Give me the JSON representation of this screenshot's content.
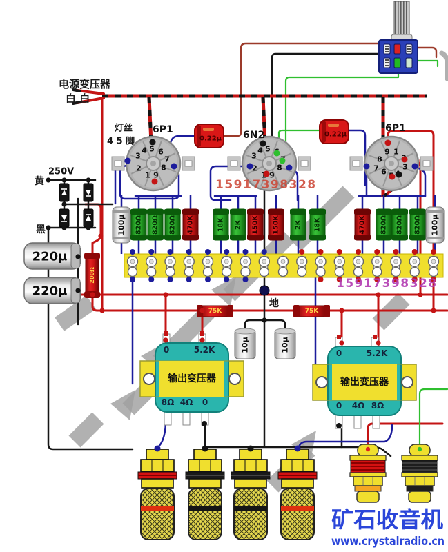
{
  "colors": {
    "wire_red": "#c41414",
    "wire_maroon": "#9c3a2a",
    "wire_blue": "#1c1c9c",
    "wire_black": "#161616",
    "wire_green": "#2fbf2f",
    "accent_yellow": "#f0df2e",
    "teal": "#2ab5ad",
    "brand_blue": "#2b46d9",
    "watermark_gray": "#a0a0a0"
  },
  "top": {
    "power_transformer": "电源变压器",
    "white_white": "白  白"
  },
  "psu": {
    "yellow": "黄",
    "volts": "250V",
    "black": "黑",
    "cap1": "220μ",
    "cap2": "220μ",
    "resistor": "200Ω"
  },
  "tubes": [
    {
      "label": "6P1",
      "note1": "灯丝",
      "note2": "4 5 脚",
      "pins": [
        "5",
        "6",
        "7",
        "8",
        "9",
        "1",
        "2",
        "3",
        "4"
      ]
    },
    {
      "label": "6N2",
      "pins": [
        "5",
        "6",
        "7",
        "8",
        "9",
        "1",
        "2",
        "3",
        "4"
      ]
    },
    {
      "label": "6P1",
      "pins": [
        "9",
        "1",
        "2",
        "3",
        "4",
        "5",
        "6",
        "7",
        "8"
      ]
    }
  ],
  "coupling_caps": [
    "0.22μ",
    "0.22μ"
  ],
  "component_row": [
    {
      "value": "100μ",
      "kind": "cap"
    },
    {
      "value": "820Ω",
      "kind": "green"
    },
    {
      "value": "820Ω",
      "kind": "green"
    },
    {
      "value": "820Ω",
      "kind": "green"
    },
    {
      "value": "470K",
      "kind": "red"
    },
    {
      "value": "18K",
      "kind": "green"
    },
    {
      "value": "2K",
      "kind": "green"
    },
    {
      "value": "150K",
      "kind": "red"
    },
    {
      "value": "150K",
      "kind": "red"
    },
    {
      "value": "2K",
      "kind": "green"
    },
    {
      "value": "18K",
      "kind": "green"
    },
    {
      "value": "470K",
      "kind": "red"
    },
    {
      "value": "820Ω",
      "kind": "green"
    },
    {
      "value": "820Ω",
      "kind": "green"
    },
    {
      "value": "820Ω",
      "kind": "green"
    },
    {
      "value": "100μ",
      "kind": "cap"
    }
  ],
  "decoupling_resistors": [
    "75K",
    "75K"
  ],
  "small_caps": [
    "10μ",
    "10μ"
  ],
  "ground_label": "地",
  "transformers": [
    {
      "name": "输出变压器",
      "top": [
        "0",
        "5.2K"
      ],
      "bottom": [
        "8Ω",
        "4Ω",
        "0"
      ]
    },
    {
      "name": "输出变压器",
      "top": [
        "0",
        "5.2K"
      ],
      "bottom": [
        "0",
        "4Ω",
        "8Ω"
      ]
    }
  ],
  "watermark": {
    "phone1": "15917398328",
    "phone2": "15917398328",
    "brand": "矿石收音机",
    "url": "www.crystalradio.cn"
  }
}
